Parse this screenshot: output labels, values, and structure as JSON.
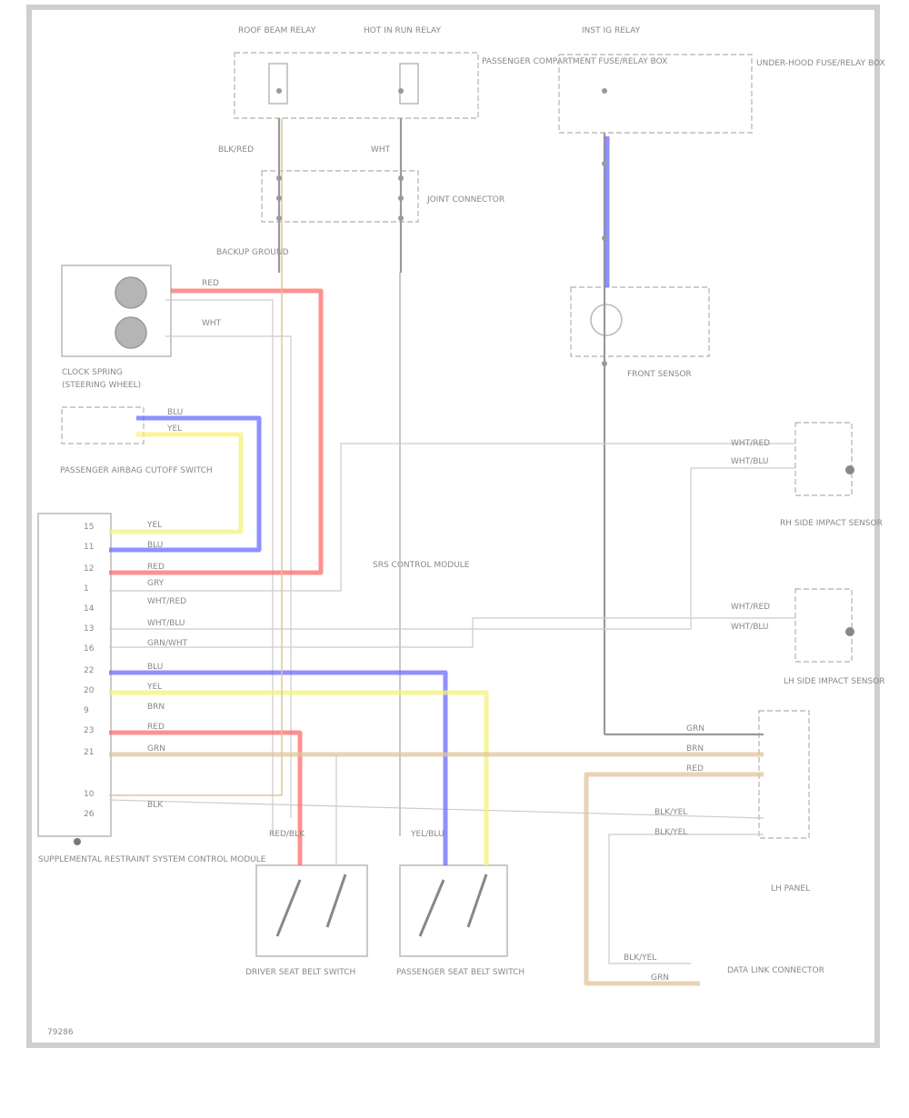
{
  "colors": {
    "red": "#ff6b6b",
    "blue": "#6b6bff",
    "yellow": "#f5f27a",
    "tan": "#e0c49a",
    "gray": "#bbbbbb",
    "lightblue": "#aaaaff"
  },
  "diagram_id": "79286",
  "labels": {
    "relay_left": "ROOF BEAM RELAY",
    "relay_mid": "HOT IN RUN RELAY",
    "relay_right": "INST IG RELAY",
    "relay_box": "PASSENGER COMPARTMENT FUSE/RELAY BOX",
    "fuse_box_right": "UNDER-HOOD FUSE/RELAY BOX",
    "splice_upper": "BLK/RED",
    "splice_mid": "WHT",
    "joint_right": "JOINT CONNECTOR",
    "ground_note": "BACKUP GROUND",
    "clock_spring": "CLOCK SPRING",
    "clock_spring_sub": "(STEERING WHEEL)",
    "passenger_switch": "PASSENGER AIRBAG CUTOFF SWITCH",
    "front_sensor": "FRONT SENSOR",
    "module": "SUPPLEMENTAL RESTRAINT SYSTEM CONTROL MODULE",
    "rh_sensor": "RH SIDE IMPACT SENSOR",
    "lh_sensor": "LH SIDE IMPACT SENSOR",
    "seat_switch_left": "DRIVER SEAT BELT SWITCH",
    "seat_switch_right": "PASSENGER SEAT BELT SWITCH",
    "lh_panel": "LH PANEL",
    "data_link": "DATA LINK CONNECTOR",
    "center_label": "SRS CONTROL MODULE",
    "wire_red": "RED",
    "wire_blu": "BLU",
    "wire_yel": "YEL",
    "wire_wht": "WHT",
    "wire_grn": "GRN",
    "wire_brn": "BRN",
    "wire_gry": "GRY",
    "wire_blk": "BLK",
    "wire_wht_red": "WHT/RED",
    "wire_wht_blu": "WHT/BLU",
    "wire_blk_yel": "BLK/YEL",
    "wire_grn_wht": "GRN/WHT",
    "wire_red_blk": "RED/BLK",
    "wire_yel_blu": "YEL/BLU",
    "pin_numbers": [
      "15",
      "11",
      "12",
      "1",
      "14",
      "13",
      "16",
      "22",
      "20",
      "9",
      "23",
      "21",
      "10",
      "26"
    ]
  }
}
